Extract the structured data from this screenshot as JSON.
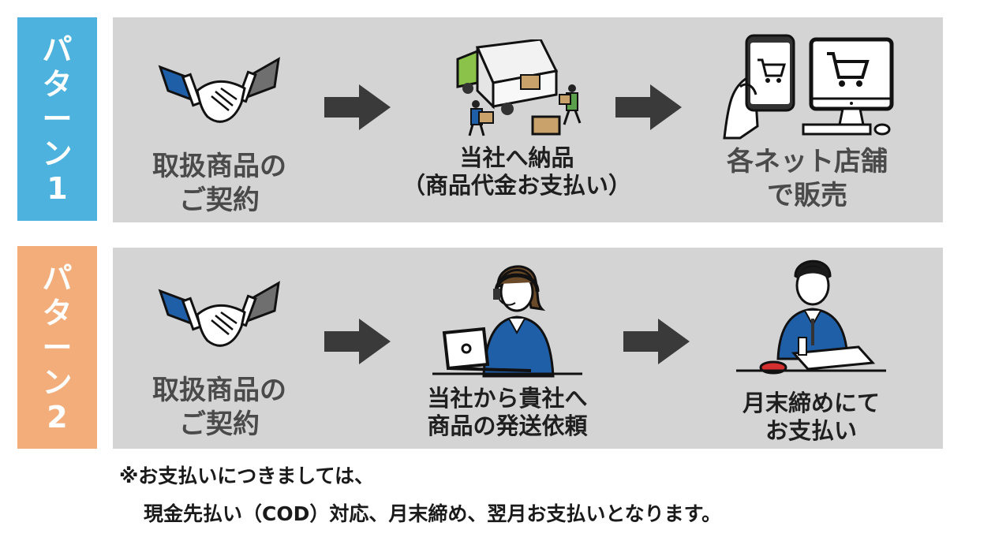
{
  "pattern1": {
    "tag": [
      "パ",
      "タ",
      "ー",
      "ン",
      "1"
    ],
    "steps": [
      {
        "icon": "handshake-icon",
        "lines": [
          "取扱商品の",
          "ご契約"
        ]
      },
      {
        "icon": "delivery-truck-icon",
        "lines": [
          "当社へ納品",
          "（商品代金お支払い）"
        ]
      },
      {
        "icon": "online-shopping-icon",
        "lines": [
          "各ネット店舗",
          "で販売"
        ]
      }
    ]
  },
  "pattern2": {
    "tag": [
      "パ",
      "タ",
      "ー",
      "ン",
      "2"
    ],
    "steps": [
      {
        "icon": "handshake-icon",
        "lines": [
          "取扱商品の",
          "ご契約"
        ]
      },
      {
        "icon": "operator-laptop-icon",
        "lines": [
          "当社から貴社へ",
          "商品の発送依頼"
        ]
      },
      {
        "icon": "businessman-stamp-icon",
        "lines": [
          "月末締めにて",
          "お支払い"
        ]
      }
    ]
  },
  "notes": [
    "※お支払いにつきましては、",
    "現金先払い（COD）対応、月末締め、翌月お支払いとなります。"
  ],
  "colors": {
    "tag1": "#4db3de",
    "tag2": "#f3ad7a",
    "panel": "#d4d4d4",
    "arrow": "#3a3a3a",
    "suit": "#1f5fa8"
  }
}
